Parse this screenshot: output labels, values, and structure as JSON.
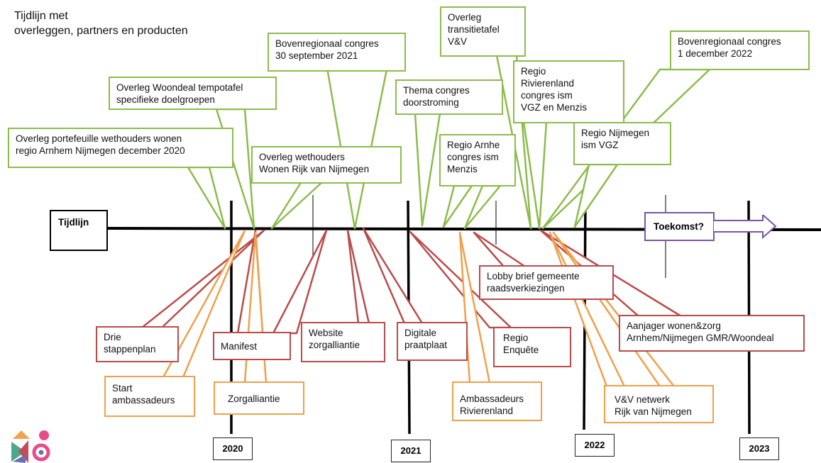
{
  "title": {
    "line1": "Tijdlijn met",
    "line2": "overleggen, partners en producten"
  },
  "timeline": {
    "label": "Tijdlijn",
    "future_label": "Toekomst?",
    "years": [
      "2020",
      "2021",
      "2022",
      "2023"
    ]
  },
  "colors": {
    "overleg": "#8cbc4c",
    "product": "#bb4b4b",
    "partner": "#f0a04b",
    "future": "#7b55a8"
  },
  "green_callouts": [
    {
      "lines": [
        "Overleg portefeuille wethouders wonen",
        "regio Arnhem Nijmegen december 2020"
      ]
    },
    {
      "lines": [
        "Overleg Woondeal tempotafel",
        "specifieke doelgroepen"
      ]
    },
    {
      "lines": [
        "Bovenregionaal congres",
        "30 september 2021"
      ]
    },
    {
      "lines": [
        "Overleg wethouders",
        "Wonen Rijk van Nijmegen"
      ]
    },
    {
      "lines": [
        "Thema congres",
        "doorstroming"
      ]
    },
    {
      "lines": [
        "Regio Arnhe",
        "congres ism",
        "Menzis"
      ]
    },
    {
      "lines": [
        "Overleg",
        "transitietafel",
        "V&V"
      ]
    },
    {
      "lines": [
        "Regio",
        "Rivierenland",
        "congres ism",
        "VGZ en Menzis"
      ]
    },
    {
      "lines": [
        "Bovenregionaal congres",
        "1 december 2022"
      ]
    },
    {
      "lines": [
        "Regio Nijmegen",
        "ism VGZ"
      ]
    }
  ],
  "red_callouts": [
    {
      "lines": [
        "Drie",
        "stappenplan"
      ]
    },
    {
      "lines": [
        "Manifest"
      ]
    },
    {
      "lines": [
        "Website",
        "zorgalliantie"
      ]
    },
    {
      "lines": [
        "Digitale",
        "praatplaat"
      ]
    },
    {
      "lines": [
        "Regio",
        "Enquête"
      ]
    },
    {
      "lines": [
        "Lobby brief  gemeente",
        "raadsverkiezingen"
      ]
    },
    {
      "lines": [
        "Aanjager  wonen&zorg",
        "Arnhem/Nijmegen GMR/Woondeal"
      ]
    }
  ],
  "orange_callouts": [
    {
      "lines": [
        "Start",
        "ambassadeurs"
      ]
    },
    {
      "lines": [
        "Zorgalliantie"
      ]
    },
    {
      "lines": [
        "Ambassadeurs",
        "Rivierenland"
      ]
    },
    {
      "lines": [
        "V&V netwerk",
        "Rijk van Nijmegen"
      ]
    }
  ]
}
